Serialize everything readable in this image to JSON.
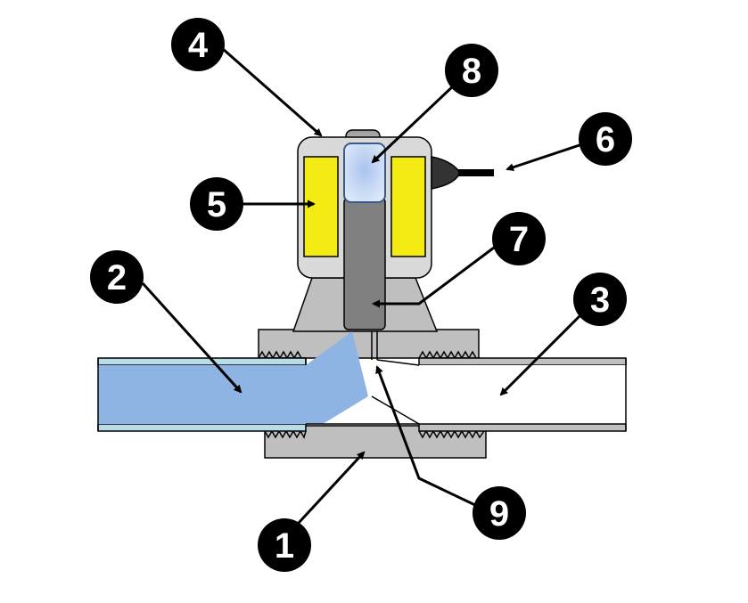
{
  "callouts": [
    {
      "id": "1",
      "label": "1"
    },
    {
      "id": "2",
      "label": "2"
    },
    {
      "id": "3",
      "label": "3"
    },
    {
      "id": "4",
      "label": "4"
    },
    {
      "id": "5",
      "label": "5"
    },
    {
      "id": "6",
      "label": "6"
    },
    {
      "id": "7",
      "label": "7"
    },
    {
      "id": "8",
      "label": "8"
    },
    {
      "id": "9",
      "label": "9"
    }
  ],
  "colors": {
    "valve_body": "#bfbfbf",
    "coil": "#f5eb14",
    "coil_housing": "#d9d9d9",
    "plunger": "#808080",
    "fluid": "#8eb4e3",
    "pipe_wall": "#b7dde8",
    "outline": "#000000",
    "callout_fill": "#000000",
    "callout_text": "#ffffff"
  }
}
